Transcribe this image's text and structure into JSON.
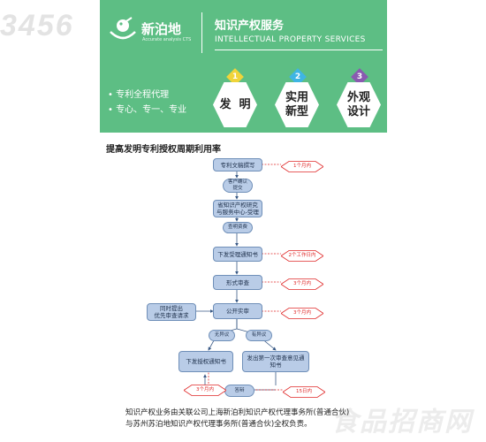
{
  "watermark": {
    "left": "3456",
    "right": "食品招商网"
  },
  "banner": {
    "logo_name": "新泊地",
    "logo_sub": "Accurate analysis CTS",
    "title": "知识产权服务",
    "title_en": "INTELLECTUAL PROPERTY SERVICES",
    "bullets": [
      "专利全程代理",
      "专心、专一、专业"
    ],
    "services": [
      {
        "num": "1",
        "label": "发  明",
        "color": "#f0d43a"
      },
      {
        "num": "2",
        "label": "实用\n新型",
        "color": "#3fb5e4"
      },
      {
        "num": "3",
        "label": "外观\n设计",
        "color": "#8a5ab0"
      }
    ]
  },
  "flow": {
    "title": "提高发明专利授权周期利用率",
    "steps": {
      "draft": "专利文稿撰写",
      "confirm": "客户确认\n提交",
      "submit": "省知识产权研究\n与服务中心-受理",
      "check": "查明资费",
      "accept_notice": "下发受理通知书",
      "formal": "形式审查",
      "publish": "公开实审",
      "priority": "同时提出\n优先审查请求",
      "no_objection": "无异议",
      "objection": "有异议",
      "grant_notice": "下发授权通知书",
      "opinion": "发出第一次审查意见通\n知书",
      "reply": "答辩"
    },
    "durations": {
      "draft": "1个月内",
      "accept_notice": "2个工作日内",
      "formal": "3个月内",
      "publish": "3个月内",
      "grant_notice": "3个月内",
      "reply": "15日内"
    }
  },
  "footer": {
    "line1": "知识产权业务由关联公司上海新泊利知识产权代理事务所(普通合伙)",
    "line2": "与苏州苏泊地知识产权代理事务所(普通合伙)全权负责。"
  }
}
